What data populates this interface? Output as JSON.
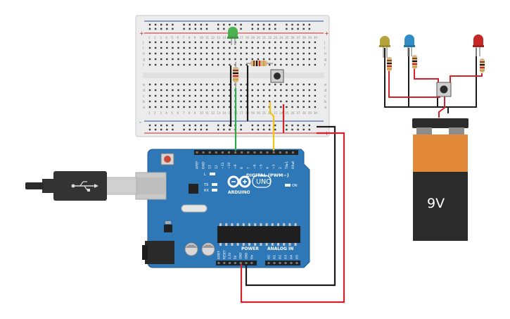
{
  "breadboard": {
    "columns_top": [
      "1",
      "2",
      "3",
      "4",
      "5",
      "6",
      "7",
      "8",
      "9",
      "10",
      "11",
      "12",
      "13",
      "14",
      "15",
      "16",
      "17",
      "18",
      "19",
      "20",
      "21",
      "22",
      "23",
      "24",
      "25",
      "26",
      "27",
      "28",
      "29",
      "30"
    ],
    "rows_top": [
      "j",
      "i",
      "h",
      "g",
      "f"
    ],
    "rows_bottom": [
      "e",
      "d",
      "c",
      "b",
      "a"
    ],
    "rail_plus": "+",
    "rail_minus": "-"
  },
  "arduino": {
    "logo_text": "ARDUINO",
    "model": "UNO",
    "digital_label": "DIGITAL (PWM~)",
    "power_label": "POWER",
    "analog_label": "ANALOG IN",
    "on_label": "ON",
    "led_l": "L",
    "led_tx": "TX",
    "led_rx": "RX",
    "digital_pins": [
      "AREF",
      "GND",
      "13",
      "12",
      "~11",
      "~10",
      "~9",
      "8",
      "7",
      "~6",
      "~5",
      "4",
      "~3",
      "2",
      "TX▸1",
      "RX◂0"
    ],
    "power_pins": [
      "IOREF",
      "RESET",
      "3.3V",
      "5V",
      "GND",
      "GND",
      "Vin"
    ],
    "analog_pins": [
      "A0",
      "A1",
      "A2",
      "A3",
      "A4",
      "A5"
    ]
  },
  "battery": {
    "label": "9V"
  },
  "colors": {
    "board_blue": "#2f78b8",
    "wire_red": "#d6212b",
    "wire_black": "#1b1b1b",
    "wire_green": "#2fa84a",
    "wire_yellow": "#f2c31b",
    "battery_orange": "#e38a3a",
    "battery_black": "#2b2b2b"
  }
}
